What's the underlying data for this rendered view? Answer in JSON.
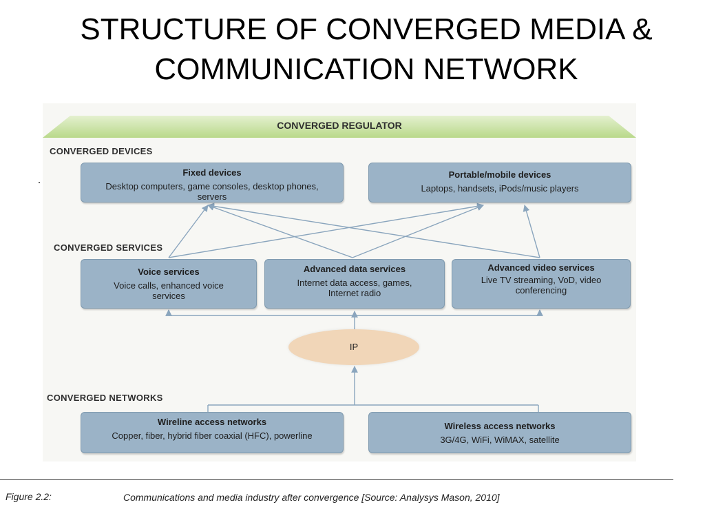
{
  "slide": {
    "title_line1": "STRUCTURE OF CONVERGED MEDIA &",
    "title_line2": "COMMUNICATION NETWORK"
  },
  "diagram": {
    "regulator_label": "CONVERGED REGULATOR",
    "devices_label": "CONVERGED DEVICES",
    "services_label": "CONVERGED SERVICES",
    "networks_label": "CONVERGED NETWORKS",
    "fixed_devices": {
      "title": "Fixed devices",
      "text": "Desktop computers, game consoles, desktop phones, servers"
    },
    "portable_devices": {
      "title": "Portable/mobile devices",
      "text": "Laptops, handsets, iPods/music players"
    },
    "voice_services": {
      "title": "Voice services",
      "text": "Voice calls, enhanced voice services"
    },
    "data_services": {
      "title": "Advanced data services",
      "text": "Internet data access, games, Internet radio"
    },
    "video_services": {
      "title": "Advanced video services",
      "text": "Live TV streaming, VoD, video conferencing"
    },
    "ip_label": "IP",
    "wireline": {
      "title": "Wireline access networks",
      "text": "Copper, fiber, hybrid fiber coaxial (HFC), powerline"
    },
    "wireless": {
      "title": "Wireless access networks",
      "text": "3G/4G, WiFi, WiMAX, satellite"
    }
  },
  "caption": {
    "label": "Figure 2.2:",
    "text": "Communications and media industry after convergence [Source: Analysys Mason, 2010]"
  },
  "colors": {
    "box_fill": "#9bb3c7",
    "regulator_fill": "#c4df9b",
    "ip_fill": "#f1d6b8",
    "arrow": "#8aa5bd"
  }
}
